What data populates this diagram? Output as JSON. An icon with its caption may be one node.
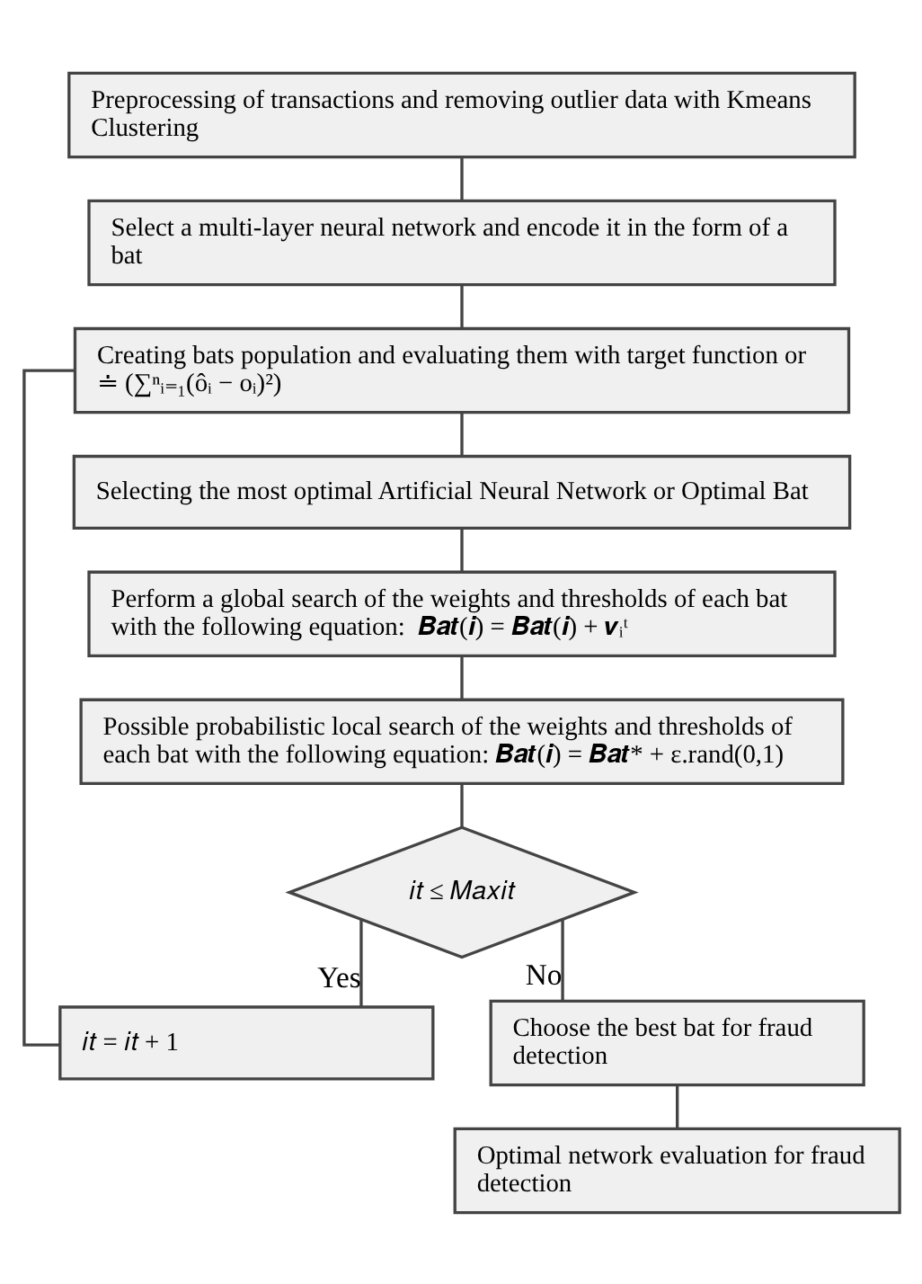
{
  "diagram": {
    "nodes": [
      {
        "text": [
          "Preprocessing of transactions and removing outlier data with Kmeans Clustering"
        ]
      },
      {
        "text": [
          "Select a multi-layer neural network and encode it in the form of a bat"
        ]
      },
      {
        "text": [
          "Creating bats population and evaluating them with target function or ≐ (∑ⁿᵢ₌₁(ôᵢ − oᵢ)²)"
        ]
      },
      {
        "text": [
          "Selecting the most optimal Artificial Neural Network or Optimal Bat"
        ]
      },
      {
        "text": [
          "Perform a global search of the weights and thresholds of each bat with the following equation:  𝑩𝒂𝒕(𝒊) = 𝑩𝒂𝒕(𝒊) + 𝒗ᵢᵗ"
        ]
      },
      {
        "text": [
          "Possible probabilistic local search of the weights and thresholds of each bat with the following equation: 𝑩𝒂𝒕(𝒊) = 𝑩𝒂𝒕* + ε.rand(0,1)"
        ]
      },
      {
        "text": [
          "𝑖𝑡 ≤ 𝑀𝑎𝑥𝑖𝑡"
        ]
      },
      {
        "text": [
          "𝑖𝑡 = 𝑖𝑡 + 1"
        ]
      },
      {
        "text": [
          "Choose the best bat for fraud detection"
        ]
      },
      {
        "text": [
          "Optimal network evaluation for fraud detection"
        ]
      }
    ],
    "edges": [
      {
        "from": 0,
        "to": 1,
        "arrow": "none"
      },
      {
        "from": 1,
        "to": 2,
        "arrow": "none"
      },
      {
        "from": 2,
        "to": 3,
        "arrow": "none"
      },
      {
        "from": 3,
        "to": 4,
        "arrow": "none"
      },
      {
        "from": 4,
        "to": 5,
        "arrow": "none"
      },
      {
        "from": 5,
        "to": 6,
        "arrow": "none"
      },
      {
        "from": 6,
        "to": 7,
        "arrow": "none",
        "label": "Yes"
      },
      {
        "from": 6,
        "to": 8,
        "arrow": "none",
        "label": "No"
      },
      {
        "from": 8,
        "to": 9,
        "arrow": "none"
      },
      {
        "from": 7,
        "to": 2,
        "arrow": "none"
      }
    ]
  }
}
